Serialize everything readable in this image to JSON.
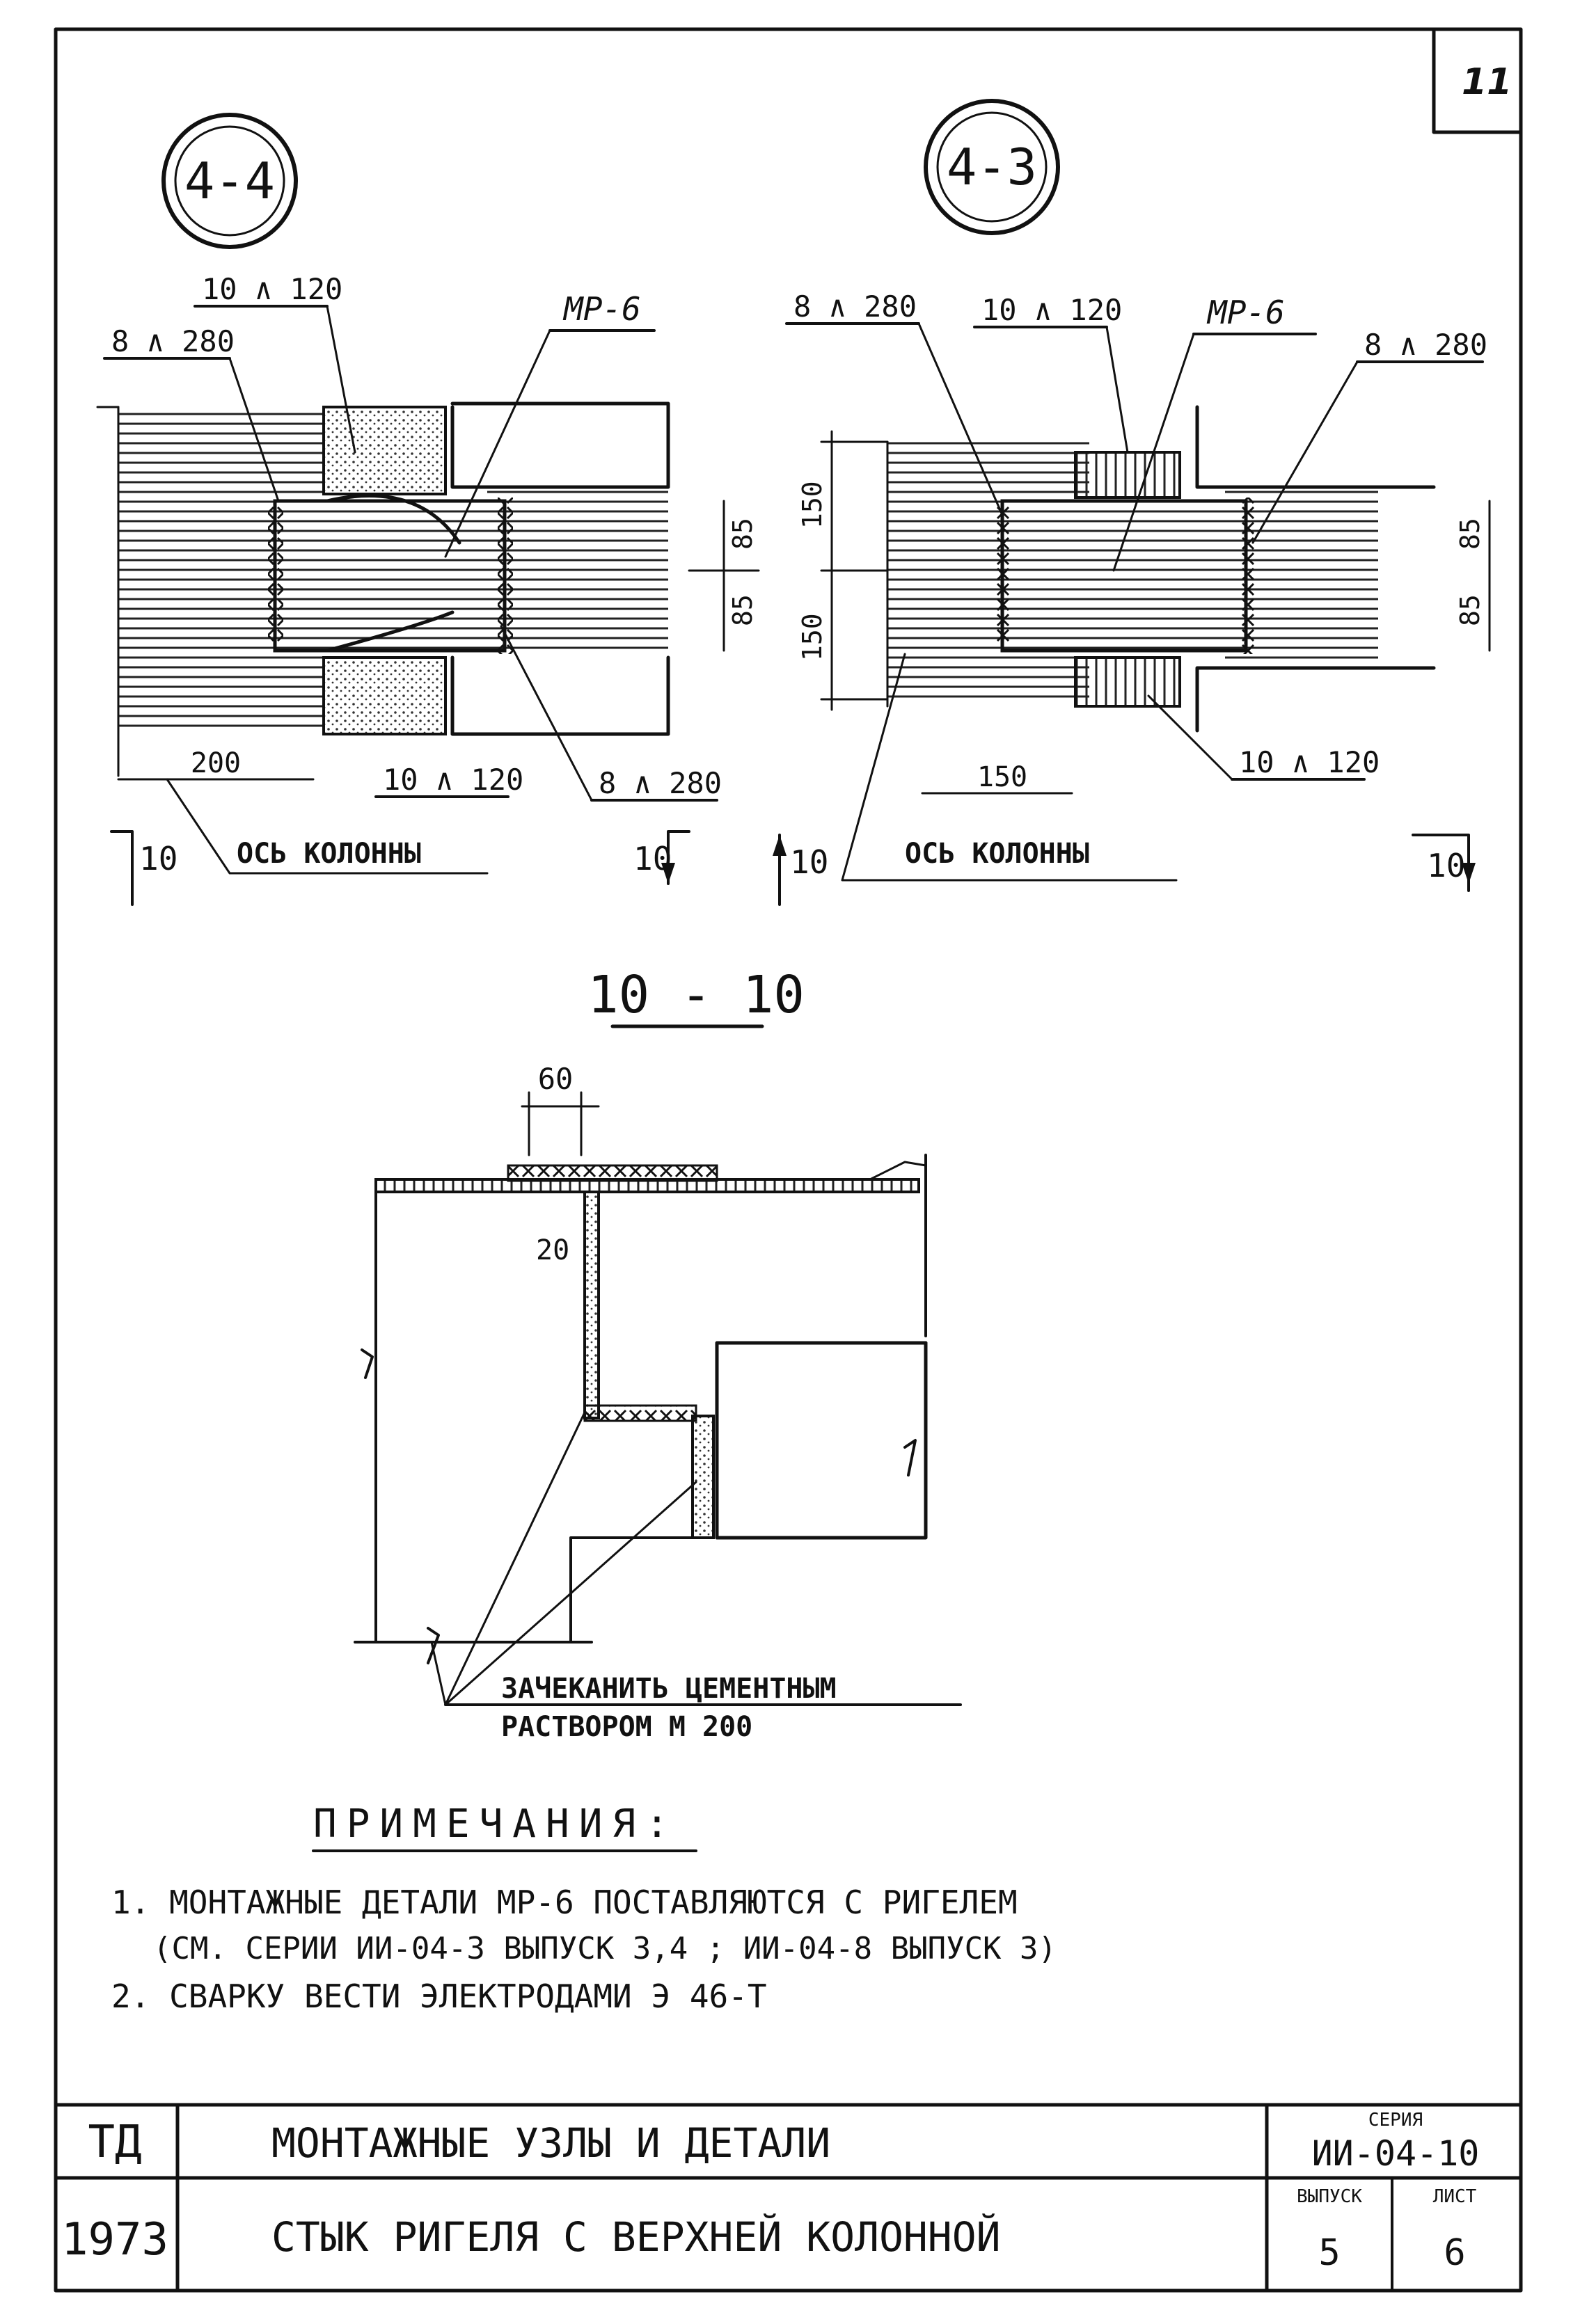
{
  "sheet": {
    "page_number": "11"
  },
  "views": {
    "left": {
      "badge": "4-4",
      "callouts": {
        "top_left_weld": "8 ∧ 280",
        "top_weld": "10 ∧ 120",
        "part_label": "МР-6",
        "bottom_weld": "10 ∧ 120",
        "bottom_right_weld": "8 ∧ 280"
      },
      "dims": {
        "width_200": "200",
        "dim_85_top": "85",
        "dim_85_bottom": "85"
      },
      "axis_label": "ОСЬ  КОЛОННЫ",
      "section_left": "10",
      "section_right": "10"
    },
    "right": {
      "badge": "4-3",
      "callouts": {
        "top_left_weld": "8 ∧ 280",
        "top_weld": "10 ∧ 120",
        "part_label": "МР-6",
        "top_right_weld": "8 ∧ 280",
        "bottom_weld": "10 ∧ 120"
      },
      "dims": {
        "dim_150_top": "150",
        "dim_150_bottom": "150",
        "width_150": "150",
        "dim_85_top": "85",
        "dim_85_bottom": "85"
      },
      "axis_label": "ОСЬ  КОЛОННЫ",
      "section_left": "10",
      "section_right": "10"
    }
  },
  "section": {
    "title": "10 - 10",
    "dim_60": "60",
    "dim_20": "20",
    "note_line1": "ЗАЧЕКАНИТЬ  ЦЕМЕНТНЫМ",
    "note_line2": "РАСТВОРОМ      М 200"
  },
  "notes": {
    "heading": "ПРИМЕЧАНИЯ:",
    "item1_line1": "1. МОНТАЖНЫЕ  ДЕТАЛИ  МР-6  ПОСТАВЛЯЮТСЯ  С РИГЕЛЕМ",
    "item1_line2": "(СМ. СЕРИИ  ИИ-04-3  ВЫПУСК 3,4 ; ИИ-04-8  ВЫПУСК 3)",
    "item2": "2. СВАРКУ  ВЕСТИ  ЭЛЕКТРОДАМИ  Э 46-Т"
  },
  "title_block": {
    "org": "ТД",
    "year": "1973",
    "title": "МОНТАЖНЫЕ  УЗЛЫ  И  ДЕТАЛИ",
    "subtitle": "СТЫК  РИГЕЛЯ  С  ВЕРХНЕЙ  КОЛОННОЙ",
    "series_label": "СЕРИЯ",
    "series_value": "ИИ-04-10",
    "issue_label": "ВЫПУСК",
    "issue_value": "5",
    "sheet_label": "ЛИСТ",
    "sheet_value": "6"
  }
}
